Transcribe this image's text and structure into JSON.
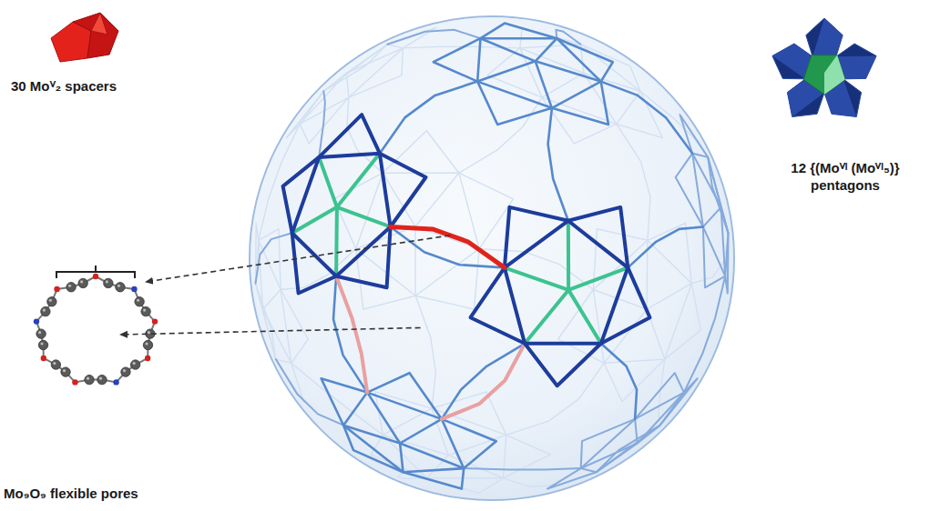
{
  "diagram": {
    "labels": [
      "30 Moⱽ₂ spacers",
      "Mo₉O₉ flexible pores",
      "12 {(Moⱽᴵ (Moⱽᴵ₅)} pentagons"
    ]
  }
}
